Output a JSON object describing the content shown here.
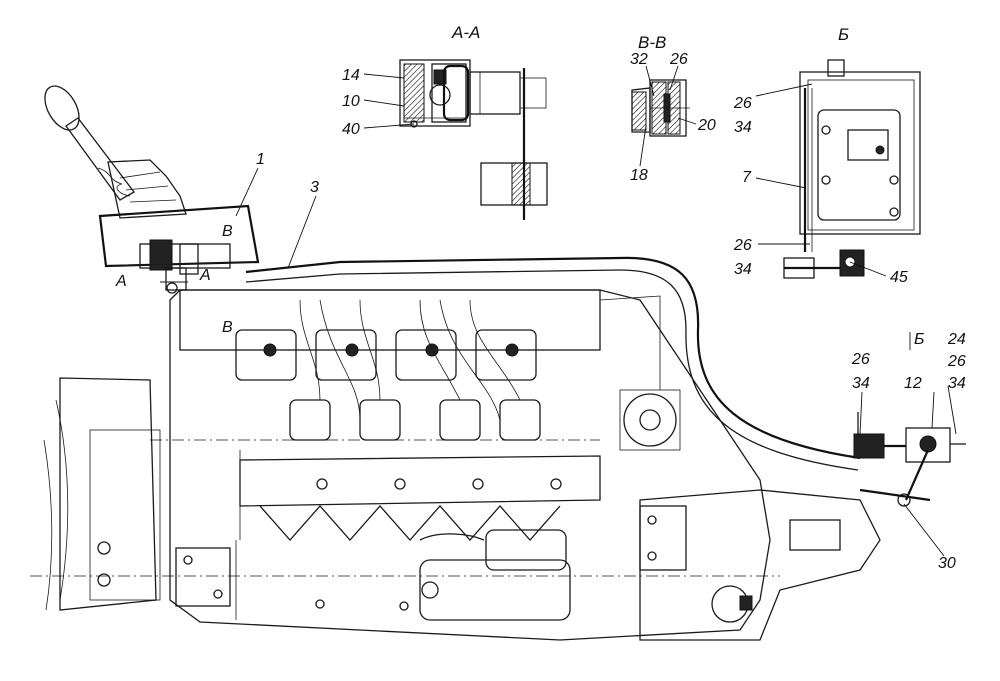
{
  "section_titles": {
    "aa": "А-А",
    "vv": "В-В",
    "b_view": "Б"
  },
  "cut_marks": {
    "b_upper": "В",
    "b_lower": "В",
    "a_left": "А",
    "a_right": "А",
    "b_arrow": "Б"
  },
  "callouts": {
    "c1": "1",
    "c3": "3",
    "c14": "14",
    "c10": "10",
    "c40": "40",
    "c32": "32",
    "c26_vv": "26",
    "c20": "20",
    "c18": "18",
    "c26_b_top": "26",
    "c34_b_top": "34",
    "c7": "7",
    "c26_b_mid": "26",
    "c34_b_mid": "34",
    "c45": "45",
    "c26_right": "26",
    "c34_right": "34",
    "c12": "12",
    "c24": "24",
    "c26_far": "26",
    "c34_far": "34",
    "c30": "30"
  }
}
